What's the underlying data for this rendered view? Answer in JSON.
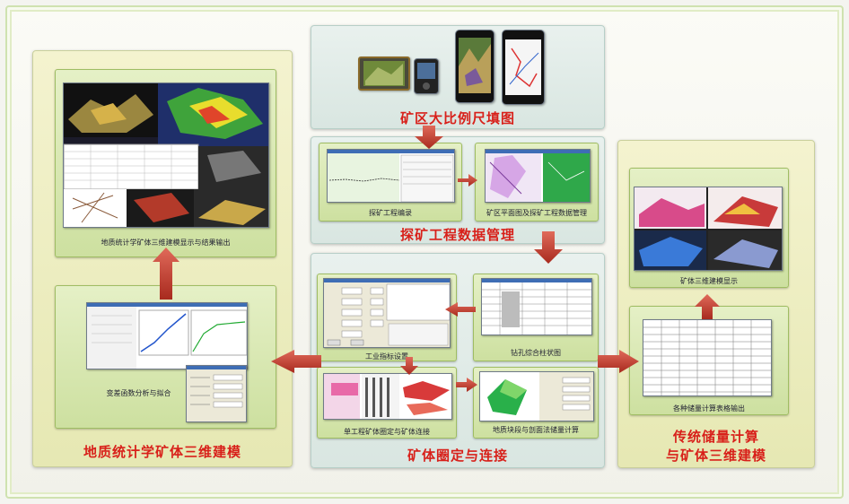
{
  "titles": {
    "field_mapping": "矿区大比例尺填图",
    "exploration_data": "探矿工程数据管理",
    "orebody_delineation": "矿体圈定与连接",
    "geostatistics": "地质统计学矿体三维建模",
    "traditional_line1": "传统储量计算",
    "traditional_line2": "与矿体三维建模"
  },
  "captions": {
    "geostat_display": "地质统计学矿体三维建模显示与结果输出",
    "variogram": "变差函数分析与拟合",
    "exploration_edit": "探矿工程编录",
    "plan_section_mgmt": "矿区平面图及探矿工程数据管理",
    "index_settings": "工业指标设置",
    "borehole_histogram": "钻孔综合柱状图",
    "orebody_connection": "单工程矿体圈定与矿体连接",
    "block_section_calc": "地质块段与剖面法储量计算",
    "orebody_3d_display": "矿体三维建模显示",
    "reserve_tables": "各种储量计算表格输出"
  },
  "colors": {
    "title_red": "#d8201a",
    "arrow_red": "#c0392b",
    "panel_yellow": "#f4f3cf",
    "panel_gray": "#e9f1ee",
    "card_green": "#d6e7ad"
  }
}
